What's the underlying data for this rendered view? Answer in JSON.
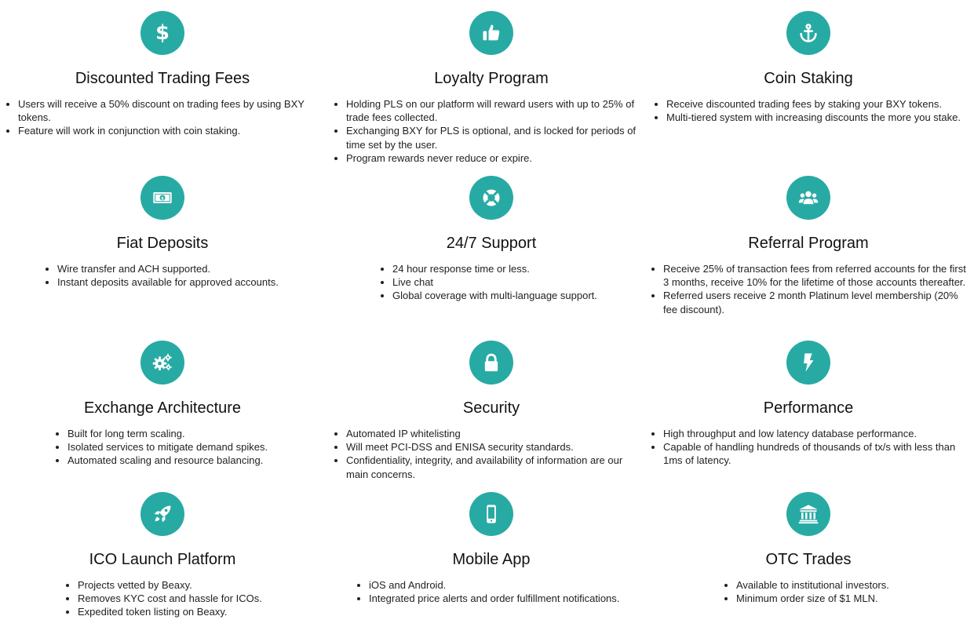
{
  "colors": {
    "accent": "#27aaa4",
    "text": "#1c1c1c"
  },
  "features": [
    {
      "icon": "dollar-icon",
      "title": "Discounted Trading Fees",
      "bullets": [
        "Users will receive a 50% discount on trading fees by using BXY tokens.",
        "Feature will work in conjunction with coin staking."
      ]
    },
    {
      "icon": "thumbs-up-icon",
      "title": "Loyalty Program",
      "bullets": [
        "Holding PLS on our platform will reward users with up to 25% of trade fees collected.",
        "Exchanging BXY for PLS is optional, and is locked for periods of time set by the user.",
        "Program rewards never reduce or expire."
      ]
    },
    {
      "icon": "anchor-icon",
      "title": "Coin Staking",
      "bullets": [
        "Receive discounted trading fees by staking your BXY tokens.",
        "Multi-tiered system with increasing discounts the more you stake."
      ]
    },
    {
      "icon": "banknote-icon",
      "title": "Fiat Deposits",
      "bullets": [
        "Wire transfer and ACH supported.",
        "Instant deposits available for approved accounts."
      ]
    },
    {
      "icon": "lifebuoy-icon",
      "title": "24/7 Support",
      "bullets": [
        "24 hour response time or less.",
        "Live chat",
        "Global coverage with multi-language support."
      ]
    },
    {
      "icon": "users-icon",
      "title": "Referral Program",
      "bullets": [
        "Receive 25% of transaction fees from referred accounts for the first 3 months, receive 10% for the lifetime of those accounts thereafter.",
        "Referred users receive 2 month Platinum level membership (20% fee discount)."
      ]
    },
    {
      "icon": "gears-icon",
      "title": "Exchange Architecture",
      "bullets": [
        "Built for long term scaling.",
        "Isolated services to mitigate demand spikes.",
        "Automated scaling and resource balancing."
      ]
    },
    {
      "icon": "lock-icon",
      "title": "Security",
      "bullets": [
        "Automated IP whitelisting",
        "Will meet PCI-DSS and ENISA security standards.",
        "Confidentiality, integrity, and availability of information are our main concerns."
      ]
    },
    {
      "icon": "lightning-icon",
      "title": "Performance",
      "bullets": [
        "High throughput and low latency database performance.",
        "Capable of handling hundreds of thousands of tx/s with less than 1ms of latency."
      ]
    },
    {
      "icon": "rocket-icon",
      "title": "ICO Launch Platform",
      "bullets": [
        "Projects vetted by Beaxy.",
        "Removes KYC cost and hassle for ICOs.",
        "Expedited token listing on Beaxy."
      ]
    },
    {
      "icon": "mobile-icon",
      "title": "Mobile App",
      "bullets": [
        "iOS and Android.",
        "Integrated price alerts and order fulfillment notifications."
      ]
    },
    {
      "icon": "bank-icon",
      "title": "OTC Trades",
      "bullets": [
        "Available to institutional investors.",
        "Minimum order size of $1 MLN."
      ]
    }
  ]
}
